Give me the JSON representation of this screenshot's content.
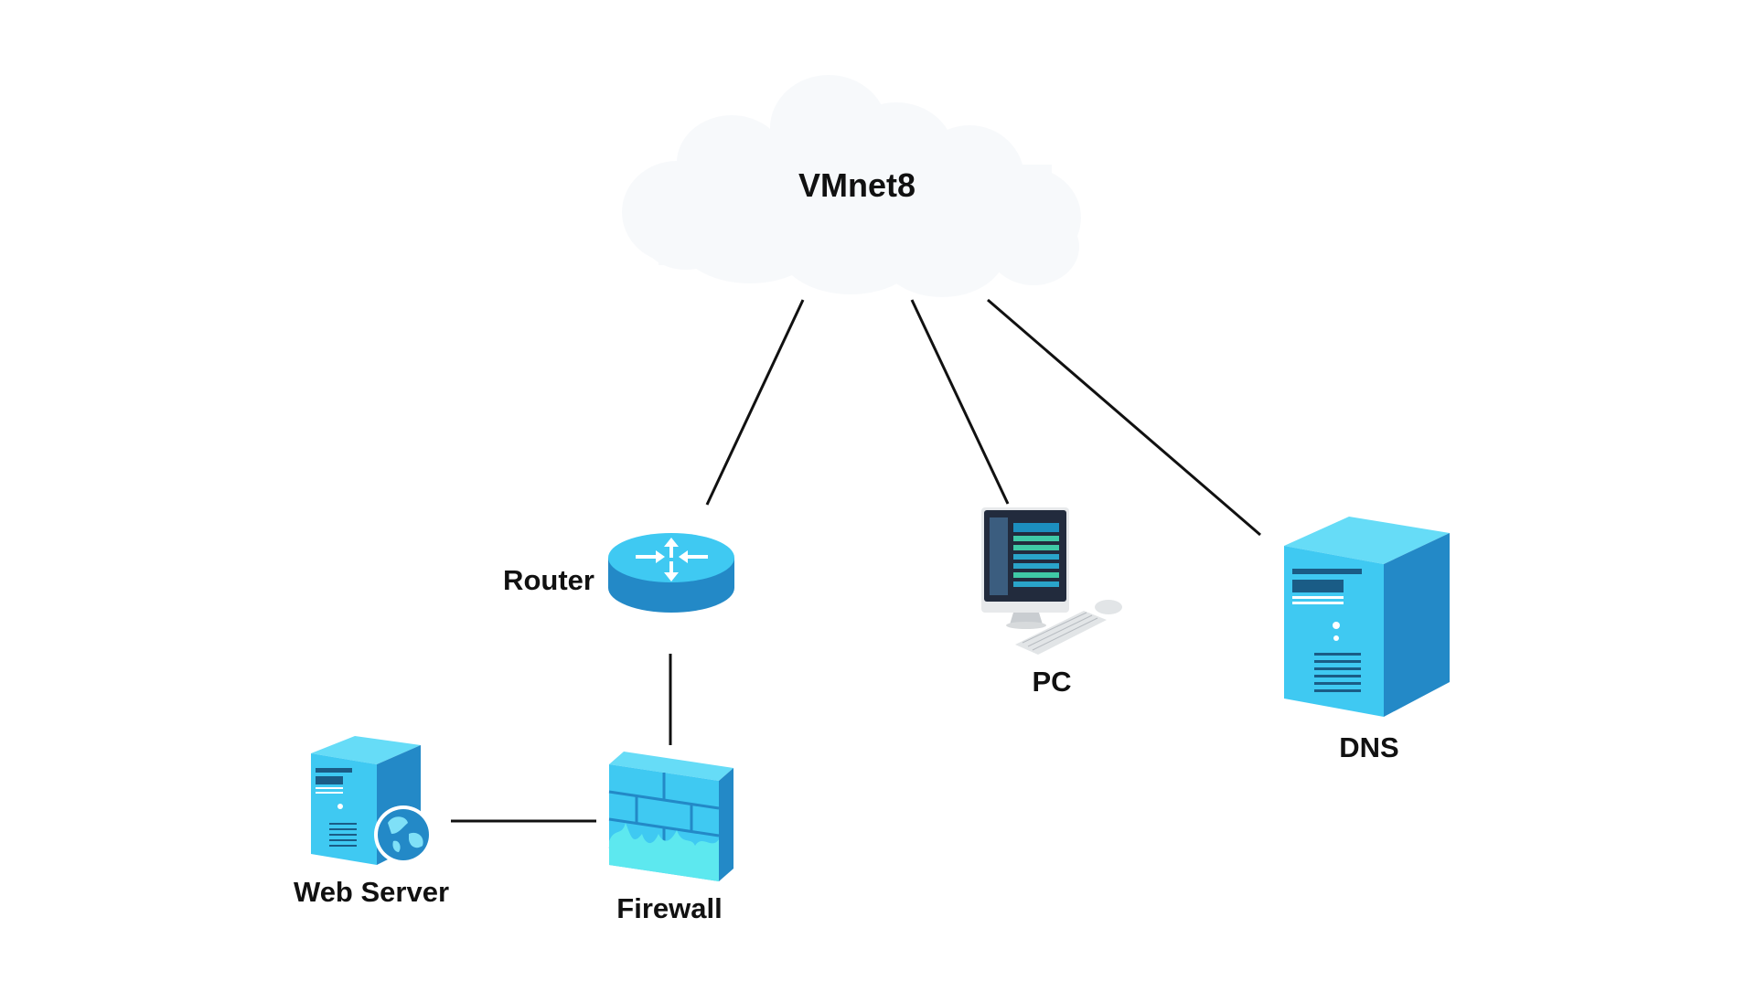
{
  "diagram": {
    "cloud": {
      "label": "VMnet8",
      "icon": "cloud-icon"
    },
    "nodes": {
      "router": {
        "label": "Router",
        "icon": "router-icon"
      },
      "pc": {
        "label": "PC",
        "icon": "desktop-computer-icon"
      },
      "dns": {
        "label": "DNS",
        "icon": "server-tower-icon"
      },
      "web_server": {
        "label": "Web Server",
        "icon": "web-server-icon"
      },
      "firewall": {
        "label": "Firewall",
        "icon": "firewall-icon"
      }
    },
    "links": [
      {
        "from": "VMnet8",
        "to": "Router"
      },
      {
        "from": "VMnet8",
        "to": "PC"
      },
      {
        "from": "VMnet8",
        "to": "DNS"
      },
      {
        "from": "Router",
        "to": "Firewall"
      },
      {
        "from": "Firewall",
        "to": "Web Server"
      }
    ],
    "colors": {
      "cloud": "#f7f9fb",
      "device_light": "#3fc9f2",
      "device_dark": "#2389c7",
      "link": "#111111",
      "fire": "#5de8ef"
    }
  }
}
